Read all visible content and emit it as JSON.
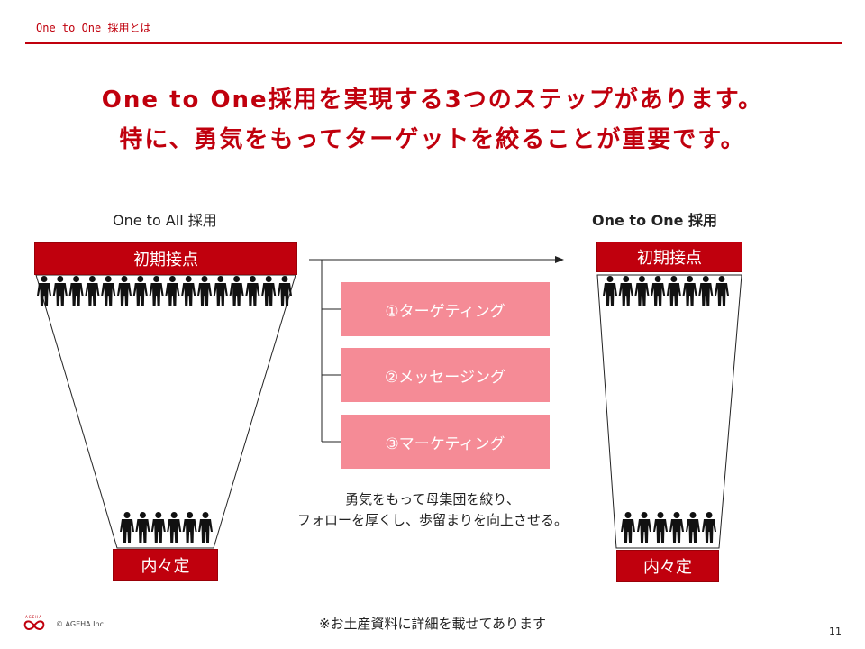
{
  "header": {
    "section": "One to One 採用とは"
  },
  "headline": {
    "line1": "One to One採用を実現する3つのステップがあります。",
    "line2": "特に、勇気をもってターゲットを絞ることが重要です。"
  },
  "left": {
    "title": "One to All 採用",
    "top_label": "初期接点",
    "bottom_label": "内々定",
    "top_people": 16,
    "bottom_people": 6
  },
  "right": {
    "title": "One to One 採用",
    "top_label": "初期接点",
    "bottom_label": "内々定",
    "top_people": 8,
    "bottom_people": 6
  },
  "steps": [
    {
      "label": "①ターゲティング"
    },
    {
      "label": "②メッセージング"
    },
    {
      "label": "③マーケティング"
    }
  ],
  "caption": {
    "line1": "勇気をもって母集団を絞り、",
    "line2": "フォローを厚くし、歩留まりを向上させる。"
  },
  "footer": {
    "note": "※お土産資料に詳細を載せてあります",
    "copyright": "© AGEHA Inc.",
    "logo_text": "AGEHA",
    "page_number": "11"
  },
  "colors": {
    "accent": "#c0000d",
    "step_fill": "#f58b96"
  }
}
